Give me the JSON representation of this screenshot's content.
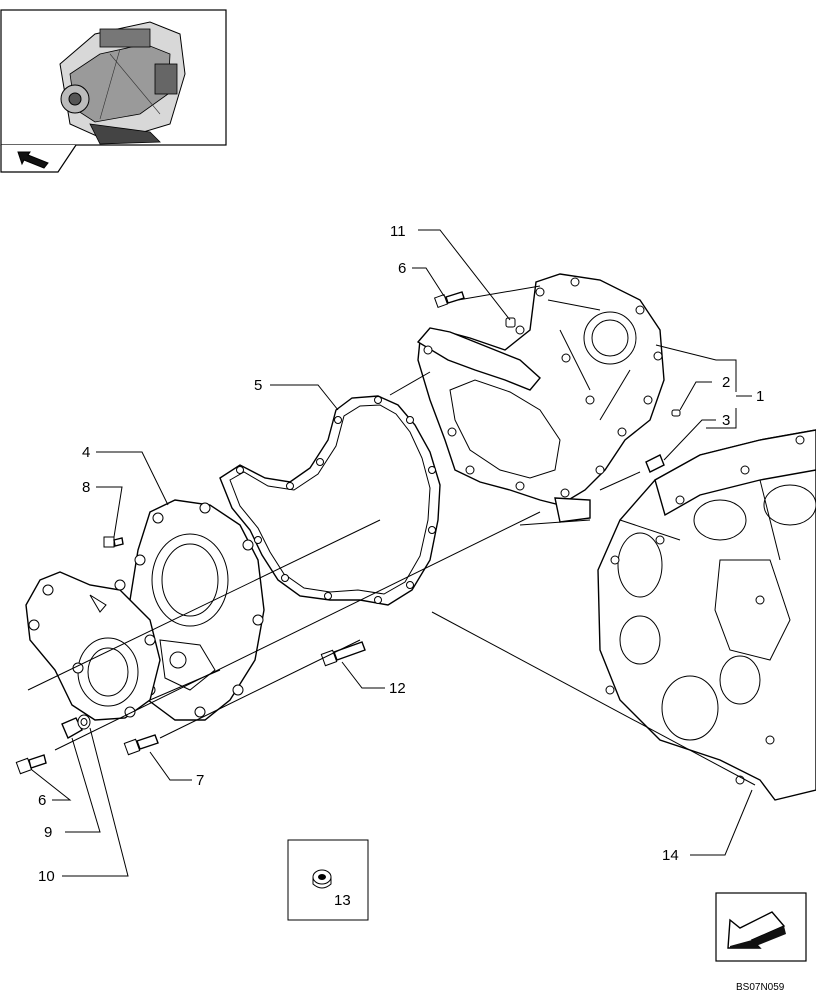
{
  "callouts": {
    "c1": "1",
    "c2": "2",
    "c3": "3",
    "c4": "4",
    "c5": "5",
    "c6a": "6",
    "c6b": "6",
    "c7": "7",
    "c8": "8",
    "c9": "9",
    "c10": "10",
    "c11": "11",
    "c12": "12",
    "c13": "13",
    "c14": "14"
  },
  "drawing_code": "BS07N059",
  "icons": {
    "thumbnail": "engine-thumbnail-icon",
    "nav_back": "back-arrow-icon",
    "nav_next": "next-page-arrow-icon"
  }
}
